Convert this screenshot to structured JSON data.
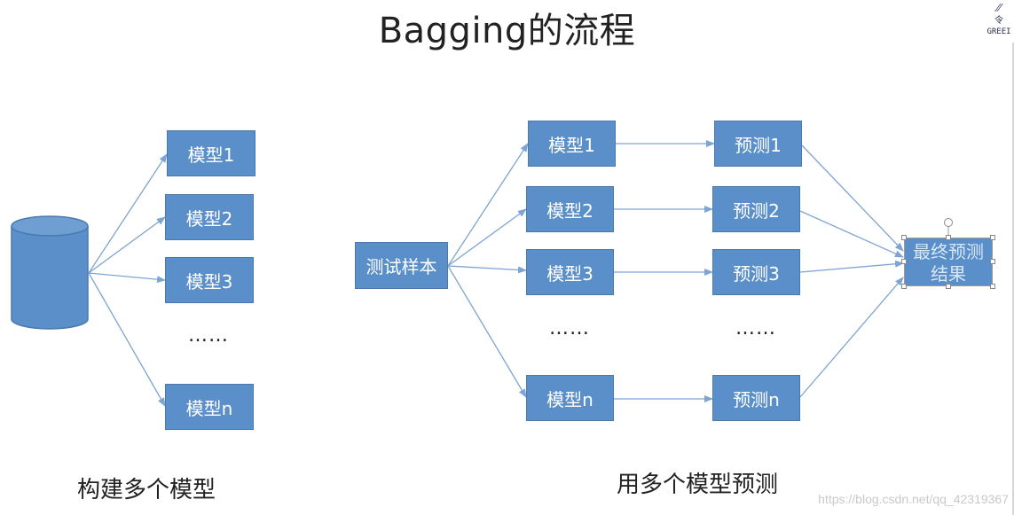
{
  "title": "Bagging的流程",
  "left": {
    "model_boxes": [
      "模型1",
      "模型2",
      "模型3",
      "模型n"
    ],
    "dots": "……",
    "caption": "构建多个模型"
  },
  "right": {
    "test_sample": "测试样本",
    "model_boxes": [
      "模型1",
      "模型2",
      "模型3",
      "模型n"
    ],
    "prediction_boxes": [
      "预测1",
      "预测2",
      "预测3",
      "预测n"
    ],
    "dots": "……",
    "final_result": "最终预测结果",
    "caption": "用多个模型预测"
  },
  "watermark": "https://blog.csdn.net/qq_42319367",
  "logo_text": "GREEI",
  "colors": {
    "box_fill": "#5b8fc9",
    "box_border": "#4a79ad",
    "arrow": "#7ea4d4"
  }
}
